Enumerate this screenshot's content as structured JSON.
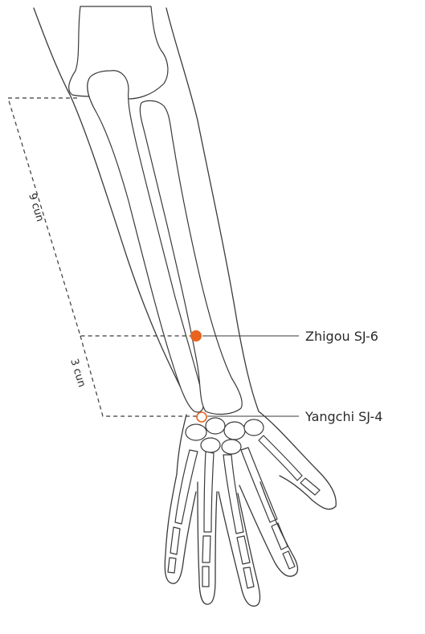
{
  "colors": {
    "point_fill": "#e8641e",
    "point_ring": "#e8641e",
    "line": "#3a3a3a"
  },
  "labels": {
    "upper_measure": "9 cun",
    "lower_measure": "3 cun",
    "point_upper": "Zhigou SJ-6",
    "point_lower": "Yangchi SJ-4"
  }
}
